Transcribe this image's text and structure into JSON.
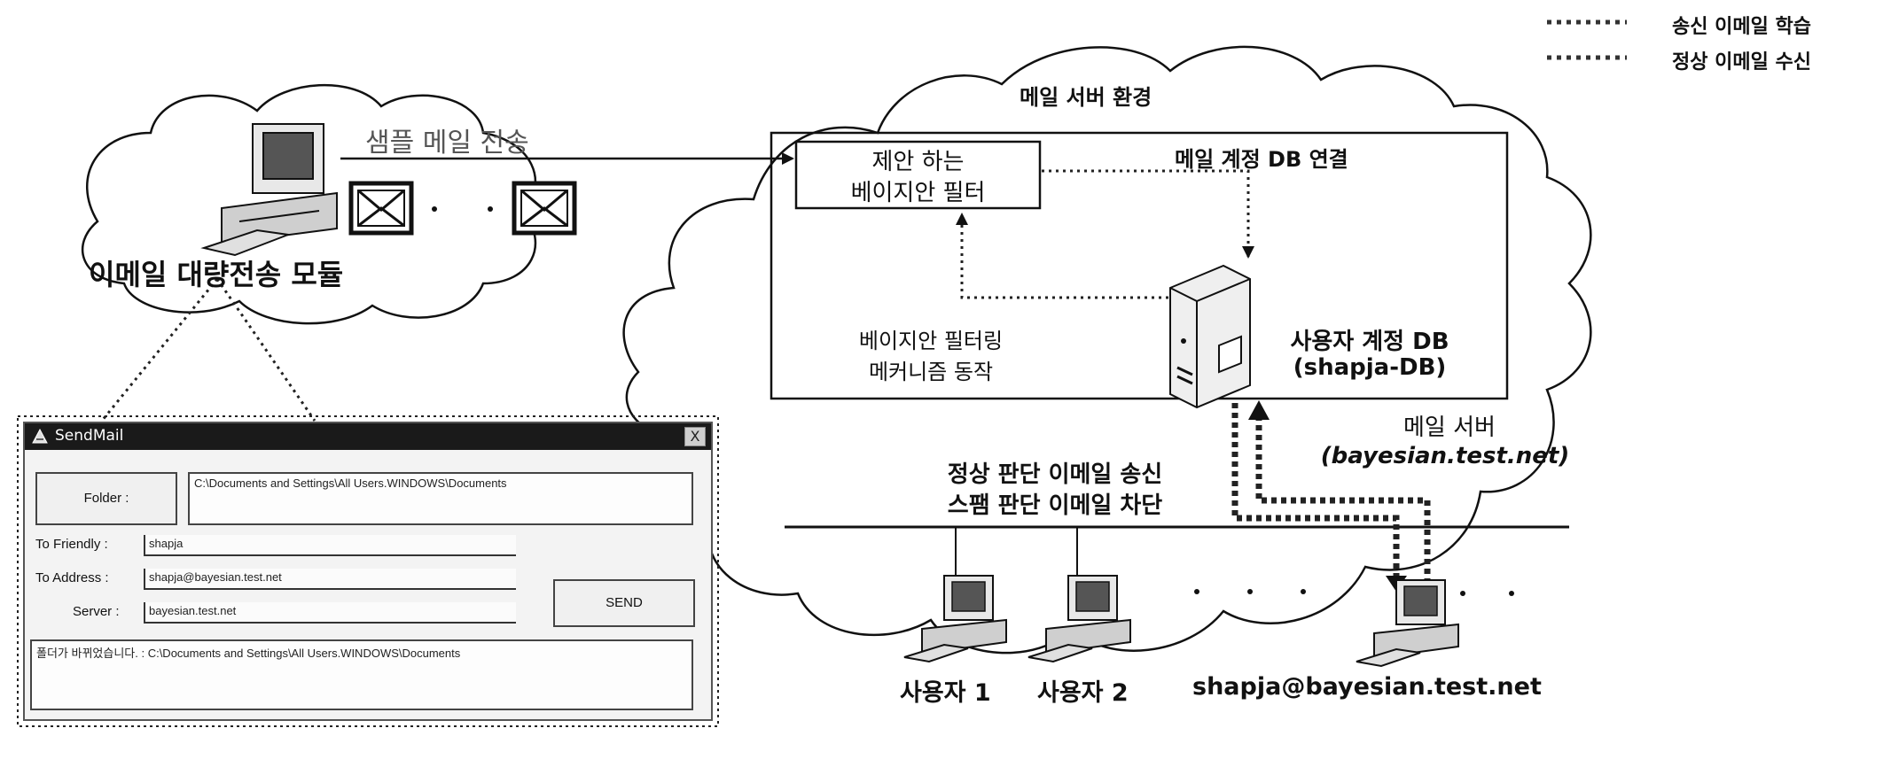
{
  "legend": {
    "items": [
      {
        "label": "송신 이메일 학습"
      },
      {
        "label": "정상 이메일 수신"
      }
    ]
  },
  "sender": {
    "module_label": "이메일 대량전송 모듈",
    "send_sample_label": "샘플 메일 전송"
  },
  "server": {
    "environment_label": "메일 서버 환경",
    "bayesian_filter_box": {
      "line1": "제안 하는",
      "line2": "베이지안 필터"
    },
    "db_link_label": "메일 계정 DB 연결",
    "filtering_label": {
      "line1": "베이지안 필터링",
      "line2": "메커니즘 동작"
    },
    "user_db_label": {
      "line1": "사용자 계정 DB",
      "line2": "(shapja-DB)"
    },
    "mail_server_label": {
      "line1": "메일 서버",
      "line2": "(bayesian.test.net)"
    }
  },
  "network": {
    "action_label": {
      "line1": "정상 판단 이메일 송신",
      "line2": "스팸 판단 이메일 차단"
    },
    "users": [
      {
        "label": "사용자 1"
      },
      {
        "label": "사용자 2"
      },
      {
        "label": "shapja@bayesian.test.net"
      }
    ]
  },
  "sendmail_window": {
    "title": "SendMail",
    "close_label": "X",
    "folder_button": "Folder :",
    "folder_path": "C:\\Documents and Settings\\All Users.WINDOWS\\Documents",
    "to_friendly_label": "To Friendly :",
    "to_friendly_value": "shapja",
    "to_address_label": "To Address :",
    "to_address_value": "shapja@bayesian.test.net",
    "server_label": "Server :",
    "server_value": "bayesian.test.net",
    "send_button": "SEND",
    "status_text": "폴더가 바뀌었습니다. : C:\\Documents and Settings\\All Users.WINDOWS\\Documents"
  },
  "colors": {
    "ink": "#111111",
    "legend_dots": "#333333"
  }
}
